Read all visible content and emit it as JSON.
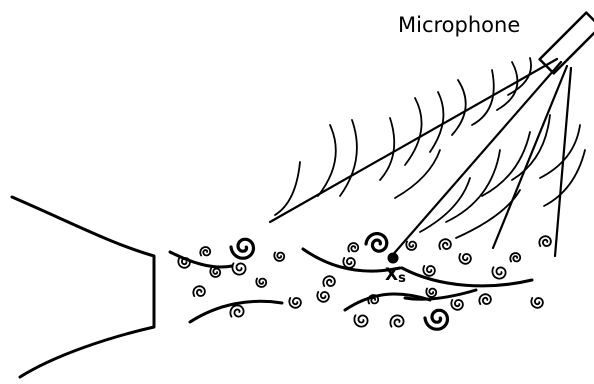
{
  "labels": {
    "microphone": "Microphone",
    "source_point_main": "X",
    "source_point_sub": "s"
  },
  "colors": {
    "ink": "#000000",
    "background": "#ffffff"
  },
  "elements": {
    "nozzle": "jet-nozzle-outline",
    "microphone": "microphone-rectangle",
    "sight_lines": 4,
    "wave_arcs": 18,
    "small_swirls": 27,
    "large_swirls": 3,
    "flow_streaks": 6
  }
}
